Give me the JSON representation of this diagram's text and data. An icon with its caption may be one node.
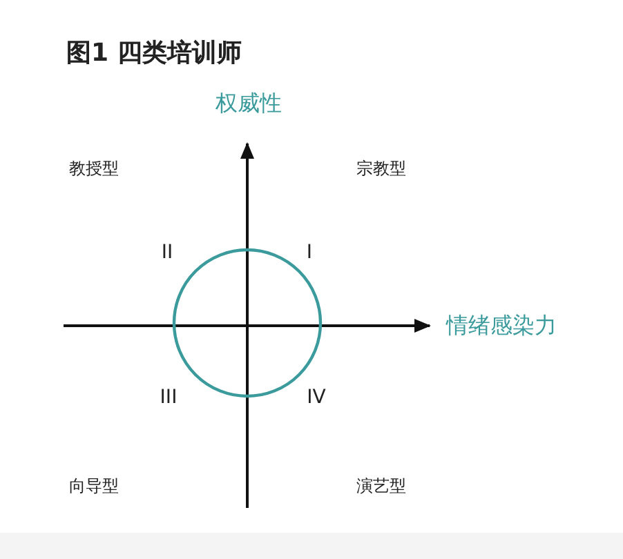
{
  "diagram": {
    "title": "图1 四类培训师",
    "nodes": [
      {
        "text": [],
        "shape": "circle"
      }
    ],
    "labels": [
      "权威性",
      "教授型",
      "宗教型",
      "II",
      "I",
      "情绪感染力",
      "III",
      "IV",
      "向导型",
      "演艺型"
    ]
  }
}
